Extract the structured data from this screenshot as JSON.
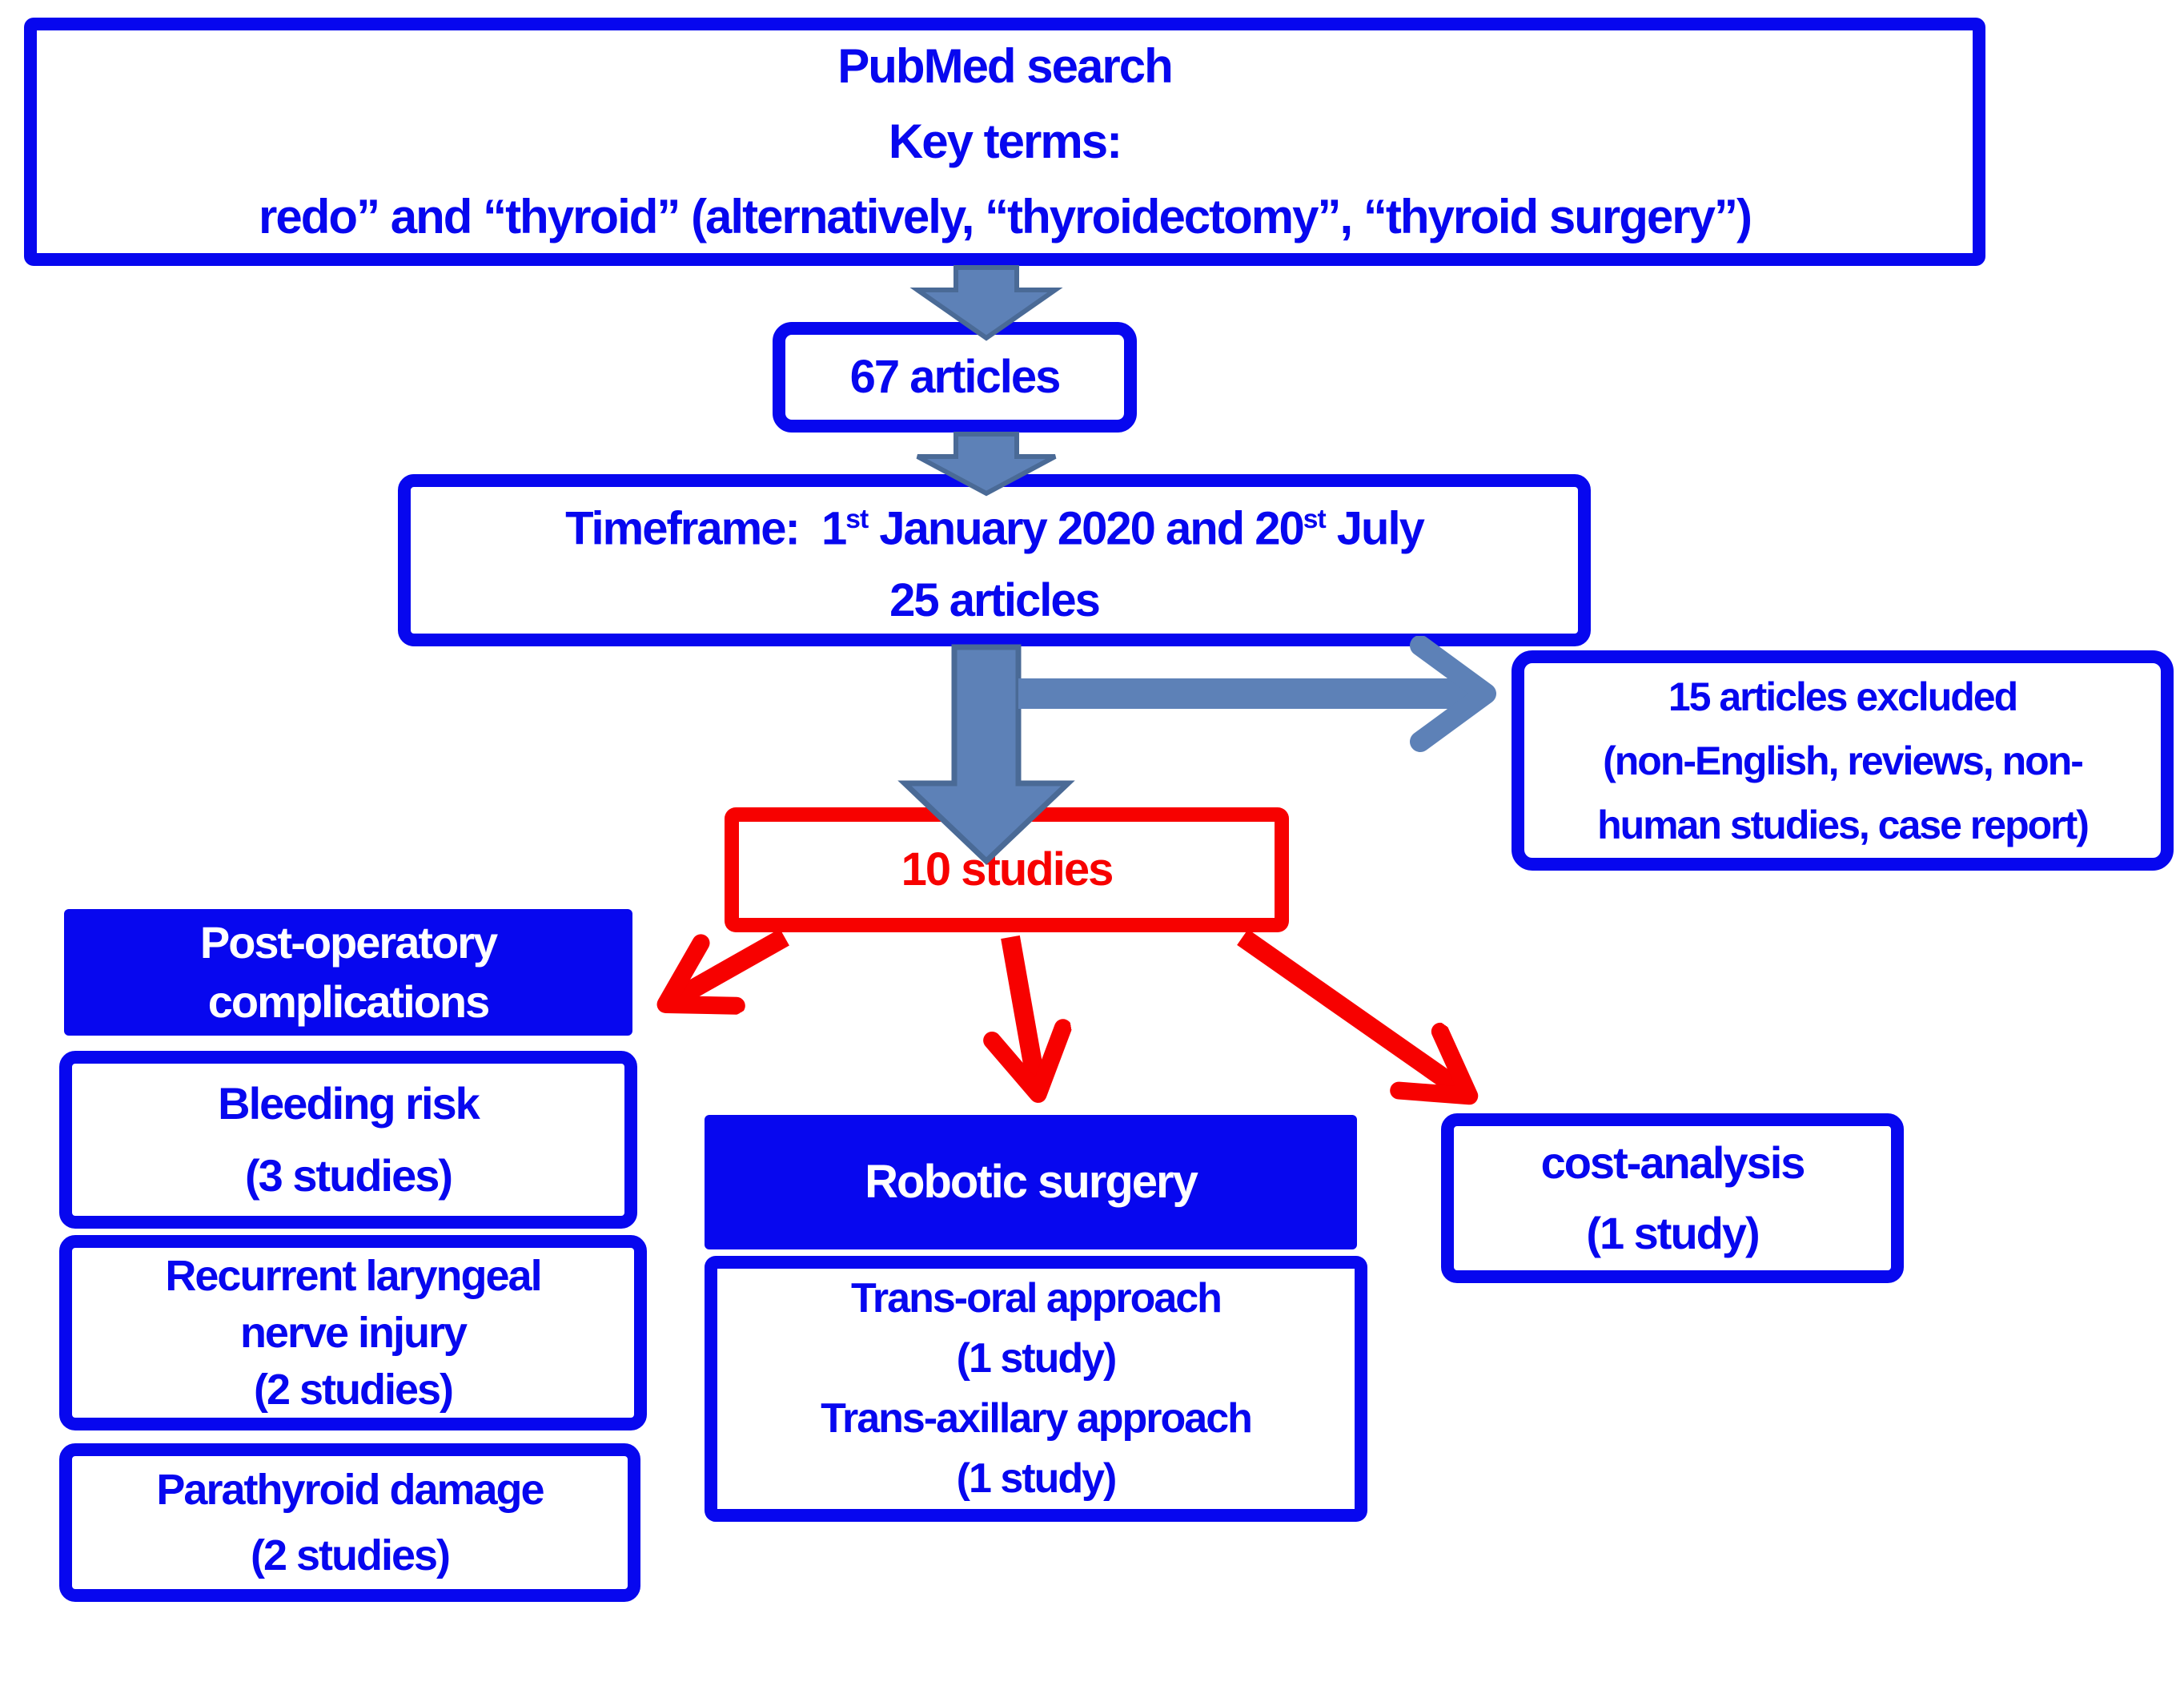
{
  "palette": {
    "box_blue": "#0707EF",
    "accent_red": "#F70100",
    "arrow_steel_fill": "#5D81B7",
    "arrow_steel_stroke": "#4A6A96"
  },
  "boxes": {
    "pubmed": {
      "lines": [
        "PubMed search",
        "Key terms:",
        "redo” and “thyroid” (alternatively, “thyroidectomy”, “thyroid surgery”)"
      ]
    },
    "articles67": {
      "label": "67 articles"
    },
    "timeframe": {
      "line1_pre": "Timeframe:  1",
      "line1_sup1": "st",
      "line1_mid": " January 2020 and 20",
      "line1_sup2": "st",
      "line1_post": " July",
      "line2": "25 articles"
    },
    "excluded": {
      "lines": [
        "15 articles excluded",
        "(non-English, reviews, non-",
        "human studies, case report)"
      ]
    },
    "studies10": {
      "label": "10 studies"
    },
    "postop": {
      "lines": [
        "Post-operatory",
        "complications"
      ]
    },
    "bleeding": {
      "lines": [
        "Bleeding risk",
        "(3 studies)"
      ]
    },
    "recurrent": {
      "lines": [
        "Recurrent laryngeal",
        "nerve injury",
        "(2 studies)"
      ]
    },
    "parathyroid": {
      "lines": [
        "Parathyroid damage",
        "(2 studies)"
      ]
    },
    "robotic": {
      "label": "Robotic surgery"
    },
    "transoral": {
      "lines": [
        "Trans-oral approach",
        "(1 study)",
        "Trans-axillary approach",
        "(1 study)"
      ]
    },
    "cost": {
      "lines": [
        "cost-analysis",
        "(1 study)"
      ]
    }
  }
}
